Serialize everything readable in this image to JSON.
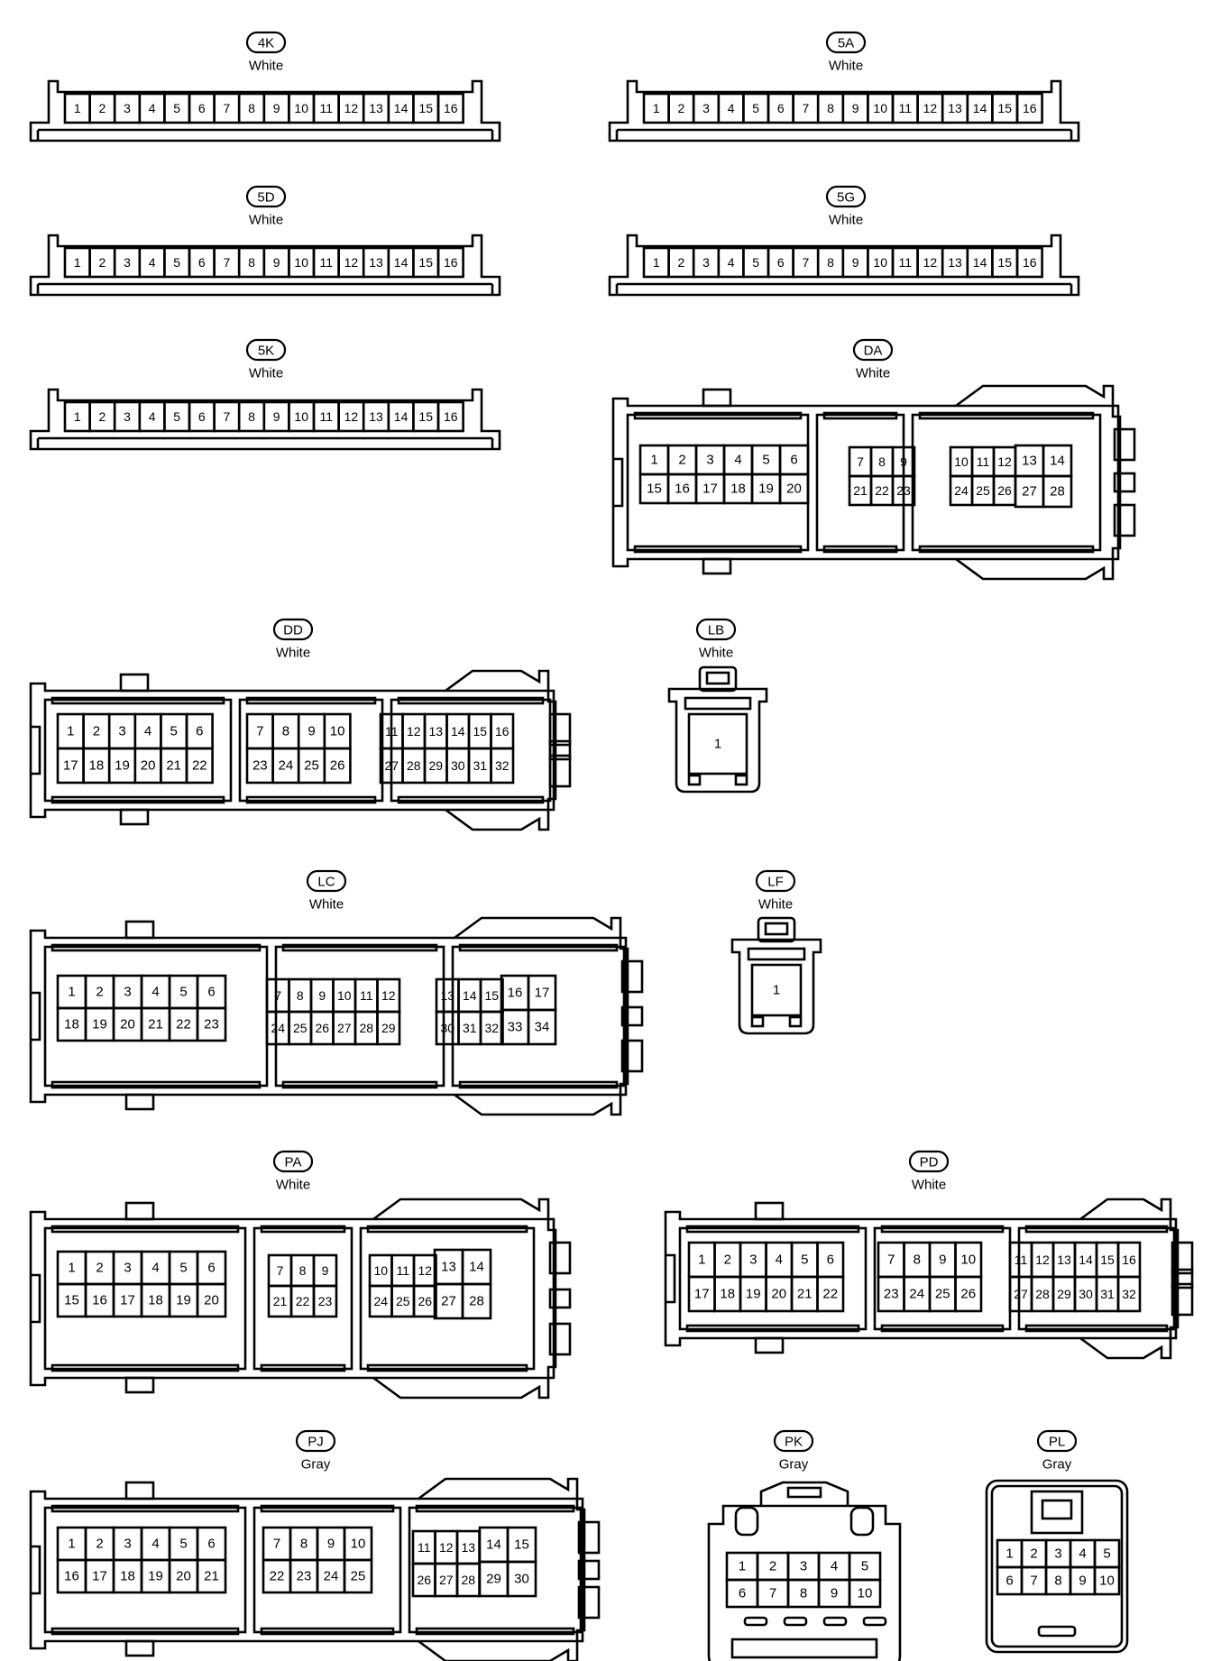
{
  "connectors": {
    "c4K": {
      "code": "4K",
      "color": "White",
      "pins": [
        "1",
        "2",
        "3",
        "4",
        "5",
        "6",
        "7",
        "8",
        "9",
        "10",
        "11",
        "12",
        "13",
        "14",
        "15",
        "16"
      ]
    },
    "c5A": {
      "code": "5A",
      "color": "White",
      "pins": [
        "1",
        "2",
        "3",
        "4",
        "5",
        "6",
        "7",
        "8",
        "9",
        "10",
        "11",
        "12",
        "13",
        "14",
        "15",
        "16"
      ]
    },
    "c5D": {
      "code": "5D",
      "color": "White",
      "pins": [
        "1",
        "2",
        "3",
        "4",
        "5",
        "6",
        "7",
        "8",
        "9",
        "10",
        "11",
        "12",
        "13",
        "14",
        "15",
        "16"
      ]
    },
    "c5G": {
      "code": "5G",
      "color": "White",
      "pins": [
        "1",
        "2",
        "3",
        "4",
        "5",
        "6",
        "7",
        "8",
        "9",
        "10",
        "11",
        "12",
        "13",
        "14",
        "15",
        "16"
      ]
    },
    "c5K": {
      "code": "5K",
      "color": "White",
      "pins": [
        "1",
        "2",
        "3",
        "4",
        "5",
        "6",
        "7",
        "8",
        "9",
        "10",
        "11",
        "12",
        "13",
        "14",
        "15",
        "16"
      ]
    },
    "cDA": {
      "code": "DA",
      "color": "White",
      "pins": [
        "1",
        "2",
        "3",
        "4",
        "5",
        "6",
        "7",
        "8",
        "9",
        "10",
        "11",
        "12",
        "13",
        "14",
        "15",
        "16",
        "17",
        "18",
        "19",
        "20",
        "21",
        "22",
        "23",
        "24",
        "25",
        "26",
        "27",
        "28"
      ]
    },
    "cDD": {
      "code": "DD",
      "color": "White",
      "pins": [
        "1",
        "2",
        "3",
        "4",
        "5",
        "6",
        "7",
        "8",
        "9",
        "10",
        "11",
        "12",
        "13",
        "14",
        "15",
        "16",
        "17",
        "18",
        "19",
        "20",
        "21",
        "22",
        "23",
        "24",
        "25",
        "26",
        "27",
        "28",
        "29",
        "30",
        "31",
        "32"
      ]
    },
    "cLB": {
      "code": "LB",
      "color": "White",
      "pins": [
        "1"
      ]
    },
    "cLC": {
      "code": "LC",
      "color": "White",
      "pins": [
        "1",
        "2",
        "3",
        "4",
        "5",
        "6",
        "7",
        "8",
        "9",
        "10",
        "11",
        "12",
        "13",
        "14",
        "15",
        "16",
        "17",
        "18",
        "19",
        "20",
        "21",
        "22",
        "23",
        "24",
        "25",
        "26",
        "27",
        "28",
        "29",
        "30",
        "31",
        "32",
        "33",
        "34"
      ]
    },
    "cLF": {
      "code": "LF",
      "color": "White",
      "pins": [
        "1"
      ]
    },
    "cPA": {
      "code": "PA",
      "color": "White",
      "pins": [
        "1",
        "2",
        "3",
        "4",
        "5",
        "6",
        "7",
        "8",
        "9",
        "10",
        "11",
        "12",
        "13",
        "14",
        "15",
        "16",
        "17",
        "18",
        "19",
        "20",
        "21",
        "22",
        "23",
        "24",
        "25",
        "26",
        "27",
        "28"
      ]
    },
    "cPD": {
      "code": "PD",
      "color": "White",
      "pins": [
        "1",
        "2",
        "3",
        "4",
        "5",
        "6",
        "7",
        "8",
        "9",
        "10",
        "11",
        "12",
        "13",
        "14",
        "15",
        "16",
        "17",
        "18",
        "19",
        "20",
        "21",
        "22",
        "23",
        "24",
        "25",
        "26",
        "27",
        "28",
        "29",
        "30",
        "31",
        "32"
      ]
    },
    "cPJ": {
      "code": "PJ",
      "color": "Gray",
      "pins": [
        "1",
        "2",
        "3",
        "4",
        "5",
        "6",
        "7",
        "8",
        "9",
        "10",
        "11",
        "12",
        "13",
        "14",
        "15",
        "16",
        "17",
        "18",
        "19",
        "20",
        "21",
        "22",
        "23",
        "24",
        "25",
        "26",
        "27",
        "28",
        "29",
        "30"
      ]
    },
    "cPK": {
      "code": "PK",
      "color": "Gray",
      "pins": [
        "1",
        "2",
        "3",
        "4",
        "5",
        "6",
        "7",
        "8",
        "9",
        "10"
      ]
    },
    "cPL": {
      "code": "PL",
      "color": "Gray",
      "pins": [
        "1",
        "2",
        "3",
        "4",
        "5",
        "6",
        "7",
        "8",
        "9",
        "10"
      ]
    }
  }
}
